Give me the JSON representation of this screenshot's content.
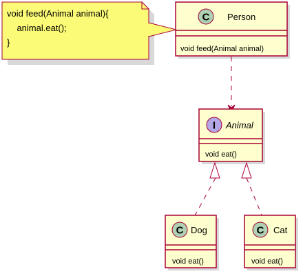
{
  "note": {
    "lines": [
      "void feed(Animal animal){",
      "    animal.eat();",
      "}"
    ]
  },
  "classes": {
    "person": {
      "stereotype": "C",
      "name": "Person",
      "method": "void feed(Animal animal)"
    },
    "animal": {
      "stereotype": "I",
      "name": "Animal",
      "method": "void eat()"
    },
    "dog": {
      "stereotype": "C",
      "name": "Dog",
      "method": "void eat()"
    },
    "cat": {
      "stereotype": "C",
      "name": "Cat",
      "method": "void eat()"
    }
  },
  "colors": {
    "border": "#a80036",
    "class_fill": "#fefece",
    "note_fill": "#fbfb77",
    "class_stereotype_fill": "#add1b2",
    "interface_stereotype_fill": "#b4a7e5"
  }
}
